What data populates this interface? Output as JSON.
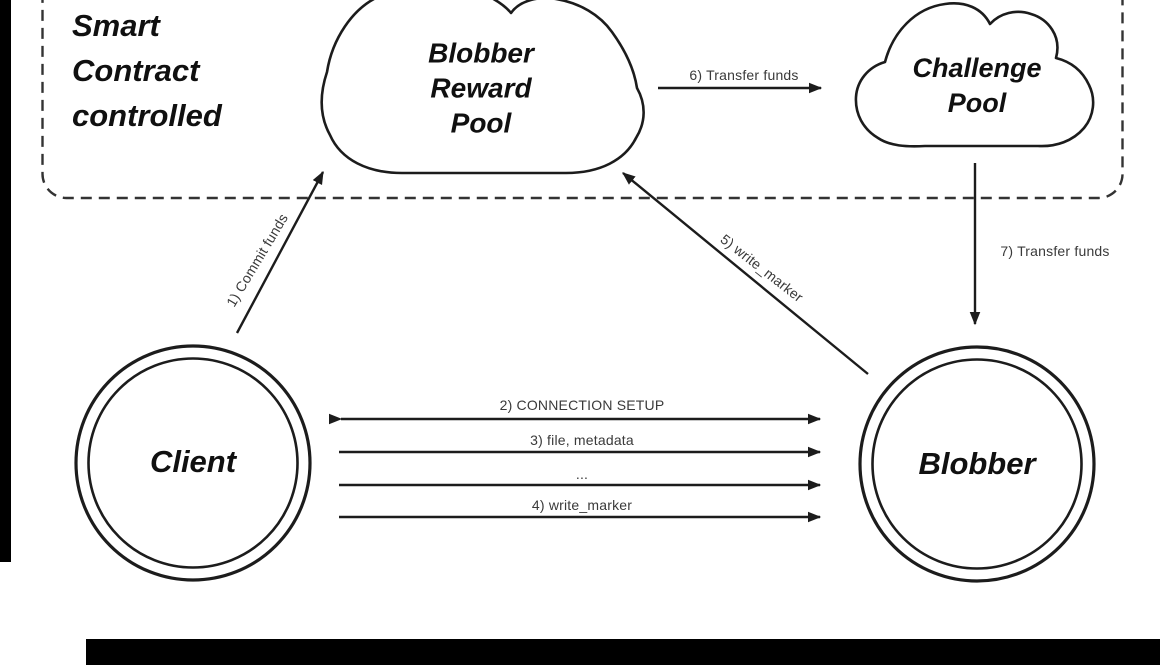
{
  "colors": {
    "background": "#ffffff",
    "ink": "#1c1c1c",
    "edge_label_ink": "#3a3a3a",
    "matte_bar": "#000000"
  },
  "smart_contract_box": {
    "label": "Smart\nContract\ncontrolled",
    "style": "dashed rounded boundary"
  },
  "nodes": {
    "blobber_reward_pool": {
      "label": "Blobber\nReward\nPool",
      "shape": "cloud"
    },
    "challenge_pool": {
      "label": "Challenge\nPool",
      "shape": "cloud"
    },
    "client": {
      "label": "Client",
      "shape": "double-circle"
    },
    "blobber": {
      "label": "Blobber",
      "shape": "double-circle"
    }
  },
  "edges": {
    "commit_funds": {
      "label": "1) Commit funds",
      "from": "Client",
      "to": "Blobber Reward Pool",
      "bidirectional": false
    },
    "connection_setup": {
      "label": "2) CONNECTION SETUP",
      "from": "Client",
      "to": "Blobber",
      "bidirectional": true
    },
    "file_metadata": {
      "label": "3) file, metadata",
      "from": "Client",
      "to": "Blobber",
      "bidirectional": false
    },
    "ellipsis": {
      "label": "...",
      "from": "Client",
      "to": "Blobber",
      "bidirectional": false
    },
    "write_marker_4": {
      "label": "4) write_marker",
      "from": "Client",
      "to": "Blobber",
      "bidirectional": false
    },
    "write_marker_5": {
      "label": "5) write_marker",
      "from": "Blobber",
      "to": "Blobber Reward Pool",
      "bidirectional": false
    },
    "transfer_funds_6": {
      "label": "6) Transfer funds",
      "from": "Blobber Reward Pool",
      "to": "Challenge Pool",
      "bidirectional": false
    },
    "transfer_funds_7": {
      "label": "7) Transfer funds",
      "from": "Challenge Pool",
      "to": "Blobber",
      "bidirectional": false
    }
  }
}
